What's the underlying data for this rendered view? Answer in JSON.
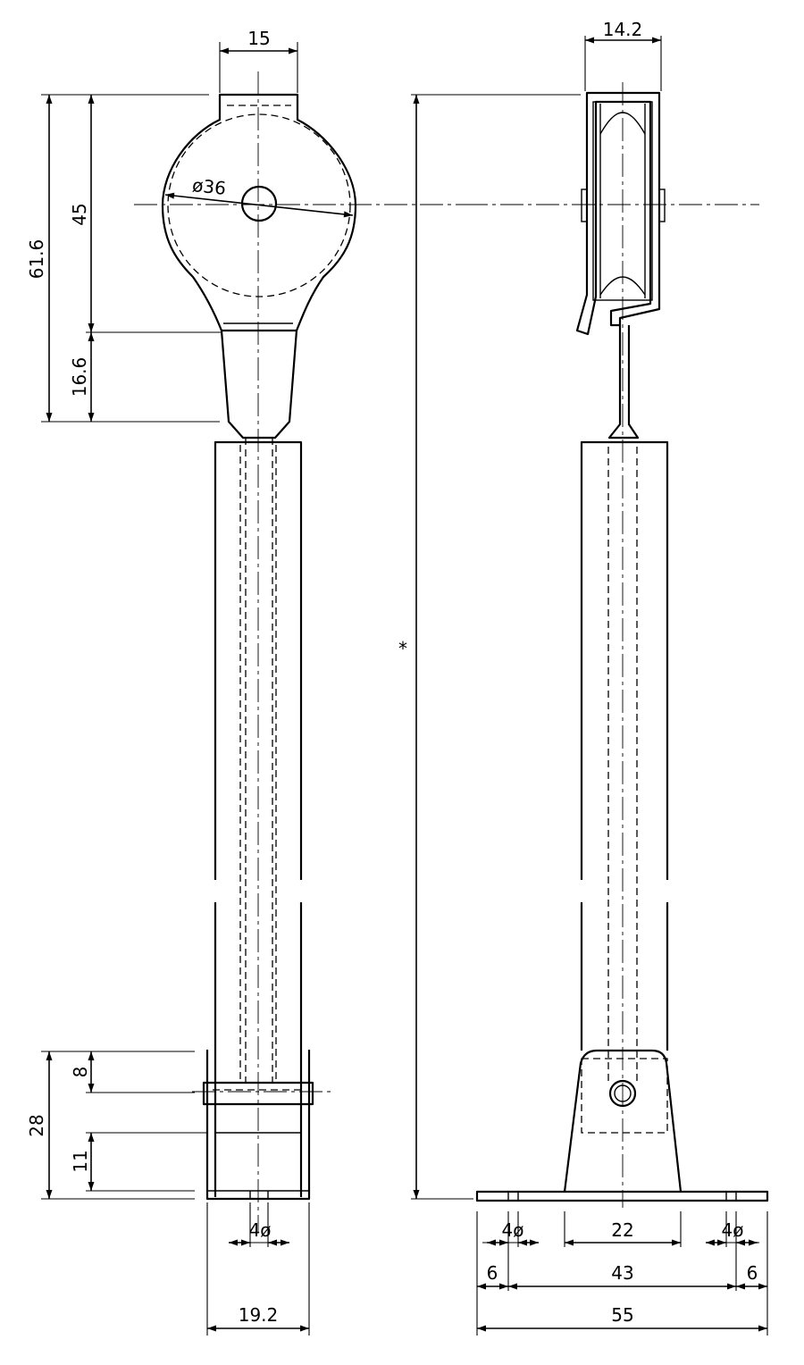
{
  "dimensions": {
    "front_top_width": "15",
    "side_top_width": "14.2",
    "wheel_diameter": "ø36",
    "head_total_height": "61.6",
    "head_upper_height": "45",
    "head_lower_height": "16.6",
    "overall_height_marker": "*",
    "bracket_total_height": "28",
    "bracket_upper": "8",
    "bracket_lower": "11",
    "front_hole": "4ø",
    "front_base_width": "19.2",
    "left_hole": "4ø",
    "right_hole": "4ø",
    "bracket_base_width": "22",
    "left_edge": "6",
    "hole_spacing": "43",
    "right_edge": "6",
    "plate_width": "55"
  }
}
